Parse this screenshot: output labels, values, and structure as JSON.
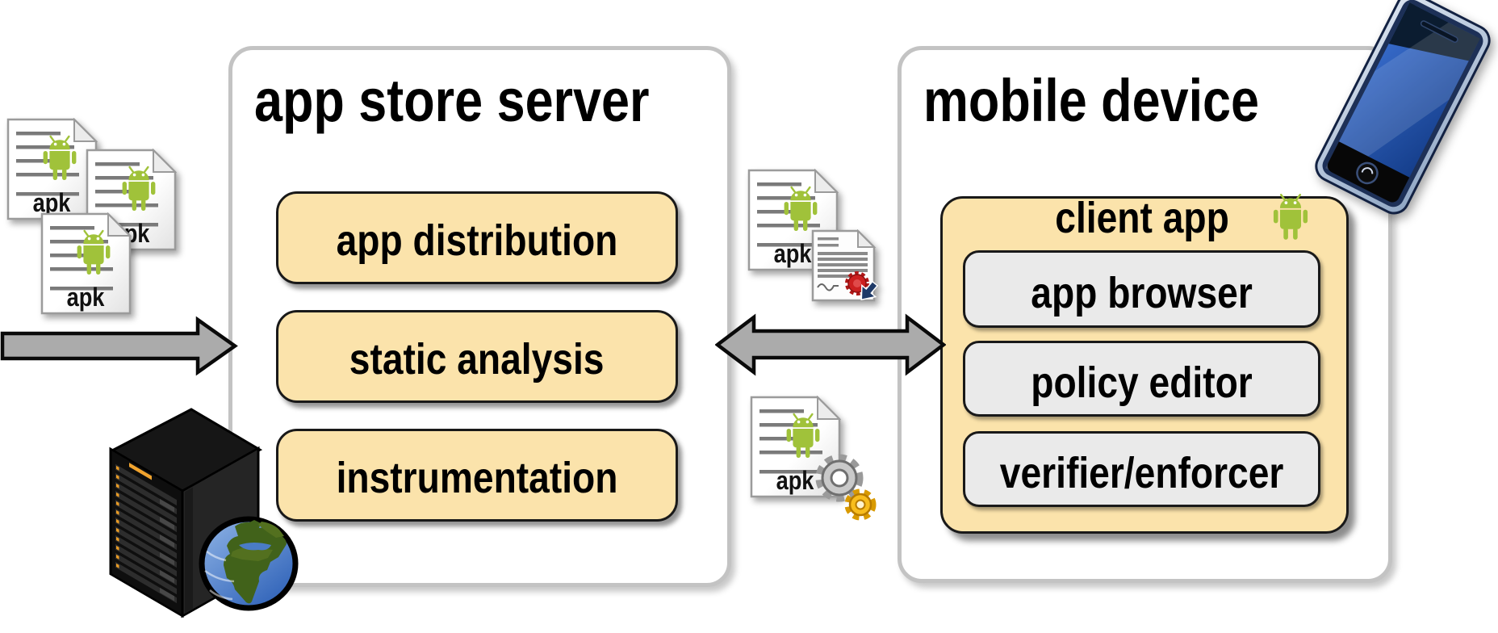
{
  "app_store": {
    "title": "app store server",
    "modules": [
      "app distribution",
      "static analysis",
      "instrumentation"
    ]
  },
  "mobile": {
    "title": "mobile device",
    "client_app": {
      "title": "client app",
      "components": [
        "app browser",
        "policy editor",
        "verifier/enforcer"
      ]
    }
  },
  "apk": {
    "label": "apk"
  },
  "colors": {
    "module_fill": "#fbe3ab",
    "component_fill": "#eaeaea",
    "panel_border": "#c3c3c3",
    "box_border": "#191919",
    "arrow_fill": "#ababab",
    "android_green": "#a0c23a",
    "seal_red": "#c01f1f",
    "gear_yellow": "#f5b402"
  }
}
